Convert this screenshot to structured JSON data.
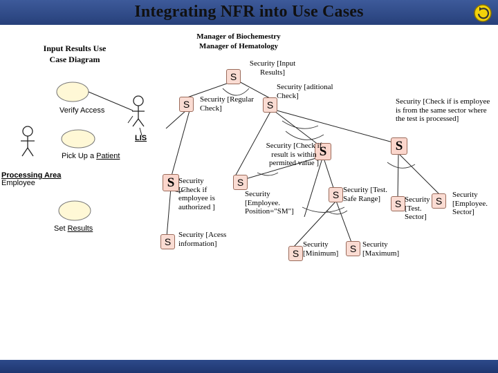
{
  "title": "Integrating NFR into Use Cases",
  "labels": {
    "input_results": "Input Results Use Case Diagram",
    "managers": "Manager of Biochemestry Manager of Hematology",
    "verify_access": "Verify Access",
    "lis": "LIS",
    "pick_up": "Pick Up a ",
    "patient": "Patient",
    "processing_area": "Processing Area",
    "employee": "Employee",
    "set_results": "Set Results",
    "set_results_prefix": "Set ",
    "set_results_suffix": "Results"
  },
  "badge_letter": "S",
  "nfr": {
    "input_results": "Security [Input Results]",
    "regular_check": "Security [Regular Check]",
    "aditional_check": "Security [aditional Check]",
    "same_sector": "Security [Check if is employee is from the same sector where the test is processed]",
    "permitted_value": "Security [Check if result is within permited value ]",
    "authorized": "Security [Check if employee is authorized ]",
    "acess_info": "Security [Acess information]",
    "position_sm": "Security [Employee. Position=\"SM\"]",
    "test_safe_range": "Security [Test. Safe Range]",
    "test_sector": "Security [Test. Sector]",
    "employee_sector": "Security [Employee. Sector]",
    "minimum": "Security [Minimum]",
    "maximum": "Security [Maximum]"
  }
}
